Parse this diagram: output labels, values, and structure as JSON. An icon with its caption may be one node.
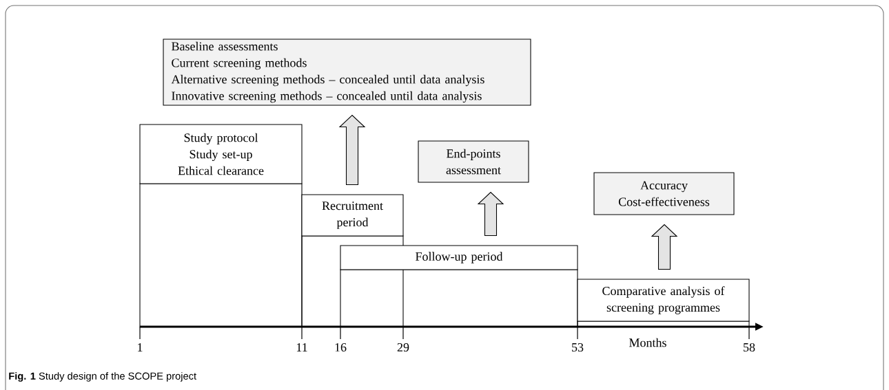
{
  "diagram": {
    "caption": "**Fig. 1** Study design of the SCOPE project",
    "nodes": [
      {
        "text": [
          "Baseline assessments",
          "Current screening methods",
          "Alternative screening methods – concealed until data analysis",
          "Innovative screening methods – concealed until data analysis"
        ]
      },
      {
        "text": [
          "Study protocol",
          "Study set-up",
          "Ethical clearance"
        ]
      },
      {
        "text": [
          "Recruitment period"
        ]
      },
      {
        "text": [
          "End-points assessment"
        ]
      },
      {
        "text": [
          "Follow-up period"
        ]
      },
      {
        "text": [
          "Accuracy",
          "Cost-effectiveness"
        ]
      },
      {
        "text": [
          "Comparative analysis of screening programmes"
        ]
      }
    ],
    "edges": [
      {
        "from": 2,
        "to": 0,
        "arrow": "to"
      },
      {
        "from": 4,
        "to": 3,
        "arrow": "to"
      },
      {
        "from": 6,
        "to": 5,
        "arrow": "to"
      }
    ],
    "labels": [
      "1",
      "11",
      "16",
      "29",
      "53",
      "58",
      "Months"
    ]
  }
}
